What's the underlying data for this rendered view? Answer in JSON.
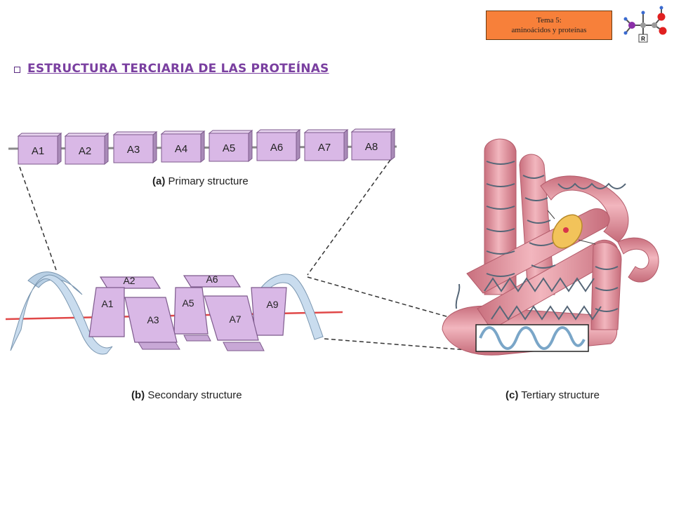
{
  "header": {
    "topic_line1": "Tema 5:",
    "topic_line2": "aminoácidos y proteínas",
    "molecule_labels": {
      "side_chain": "R"
    }
  },
  "section": {
    "title": "ESTRUCTURA TERCIARIA DE LAS PROTEÍNAS",
    "bullet_icon": "square-bullet-icon"
  },
  "figure": {
    "primary": {
      "label_letter": "(a)",
      "label_text": " Primary structure",
      "residues": [
        "A1",
        "A2",
        "A3",
        "A4",
        "A5",
        "A6",
        "A7",
        "A8"
      ]
    },
    "secondary": {
      "label_letter": "(b)",
      "label_text": " Secondary structure",
      "residues": [
        "A2",
        "A6",
        "A1",
        "A5",
        "A9",
        "A3",
        "A7"
      ]
    },
    "tertiary": {
      "label_letter": "(c)",
      "label_text": " Tertiary structure"
    },
    "colors": {
      "residue_face": "#d9b8e6",
      "residue_edge": "#7d5a8c",
      "helix_ribbon": "#c9dcee",
      "red_axis": "#e04848",
      "tube": "#e89aa4",
      "heme": "#f2c35a"
    }
  }
}
